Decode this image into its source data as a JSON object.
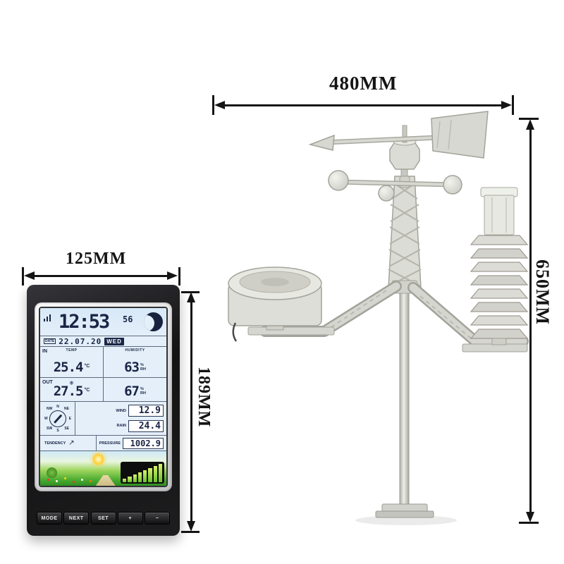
{
  "dimensions": {
    "station_width_label": "480MM",
    "station_height_label": "650MM",
    "console_width_label": "125MM",
    "console_height_label": "189MM"
  },
  "console": {
    "buttons": [
      {
        "label": "MODE"
      },
      {
        "label": "NEXT"
      },
      {
        "label": "SET"
      },
      {
        "label": "+"
      },
      {
        "label": "−"
      }
    ],
    "lcd": {
      "time": "12:53",
      "seconds": "56",
      "date_label": "DATE",
      "date_value": "22.07.20",
      "weekday": "WED",
      "indoor_label": "IN",
      "outdoor_label": "OUT",
      "temp_label": "TEMP",
      "humidity_label": "HUMIDITY",
      "indoor_temp": "25.4",
      "indoor_humidity": "63",
      "outdoor_temp": "27.5",
      "outdoor_humidity": "67",
      "temp_unit": "°C",
      "humidity_unit_pct": "%",
      "humidity_unit_rh": "RH",
      "frost_icon_glyph": "❄",
      "wind_label": "WIND",
      "wind_value": "12.9",
      "rain_label": "RAIN",
      "rain_value": "24.4",
      "tendency_label": "TENDENCY",
      "trend_arrow_glyph": "↗",
      "pressure_label": "PRESSURE",
      "pressure_value": "1002.9",
      "compass": {
        "n": "N",
        "ne": "NE",
        "e": "E",
        "se": "SE",
        "s": "S",
        "sw": "SW",
        "w": "W",
        "nw": "NW"
      }
    }
  },
  "colors": {
    "dimension_line": "#151515",
    "lcd_background": "#e4effa",
    "digit_color": "#1a2545",
    "console_body": "#161616",
    "station_plastic": "#dbdbd5"
  }
}
